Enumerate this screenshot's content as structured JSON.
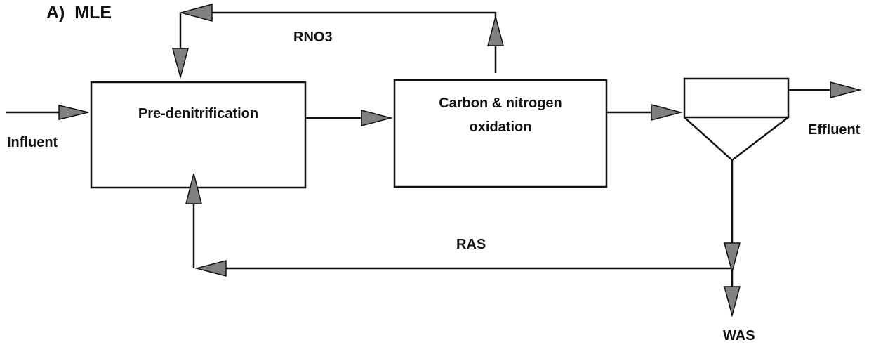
{
  "title": "A)  MLE",
  "blocks": {
    "predenitrification": "Pre-denitrification",
    "oxidation_line1": "Carbon & nitrogen",
    "oxidation_line2": "oxidation"
  },
  "flows": {
    "influent": "Influent",
    "effluent": "Effluent",
    "rno3": "RNO3",
    "ras": "RAS",
    "was": "WAS"
  },
  "colors": {
    "line": "#111111",
    "arrowhead": "#808080"
  }
}
